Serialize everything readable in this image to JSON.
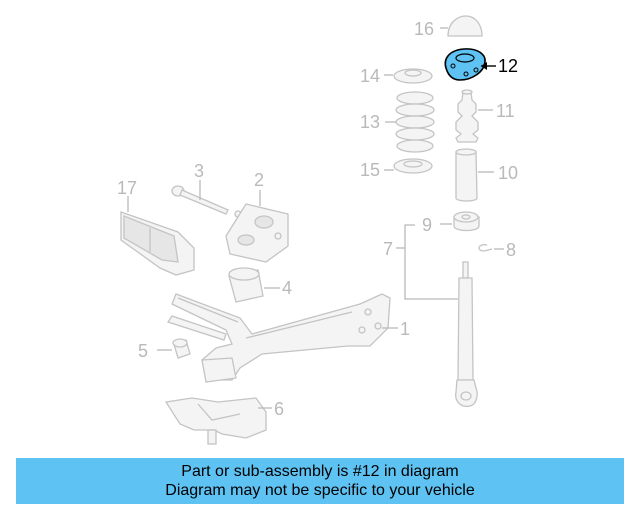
{
  "diagram": {
    "callouts": [
      "1",
      "2",
      "3",
      "4",
      "5",
      "6",
      "7",
      "8",
      "9",
      "10",
      "11",
      "12",
      "13",
      "14",
      "15",
      "16",
      "17"
    ],
    "highlighted_part": "12",
    "highlight_color": "#5ec2f2"
  },
  "banner": {
    "line1": "Part or sub-assembly is #12 in diagram",
    "line2": "Diagram may not be specific to your vehicle",
    "background": "#5ec2f2"
  }
}
